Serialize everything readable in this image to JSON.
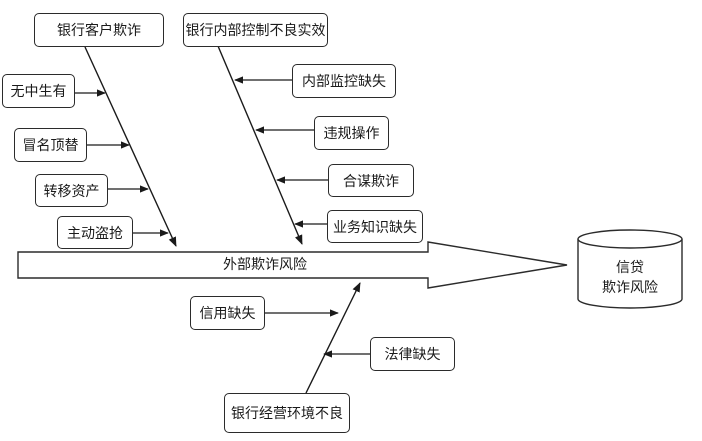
{
  "spine_label": "外部欺诈风险",
  "result": {
    "line1": "信贷",
    "line2": "欺诈风险"
  },
  "top_left": {
    "cause": "银行客户欺诈",
    "items": [
      "无中生有",
      "冒名顶替",
      "转移资产",
      "主动盗抢"
    ]
  },
  "top_right": {
    "cause": "银行内部控制不良实效",
    "items": [
      "内部监控缺失",
      "违规操作",
      "合谋欺诈",
      "业务知识缺失"
    ]
  },
  "bottom": {
    "cause": "银行经营环境不良",
    "items": [
      "信用缺失",
      "法律缺失"
    ]
  }
}
